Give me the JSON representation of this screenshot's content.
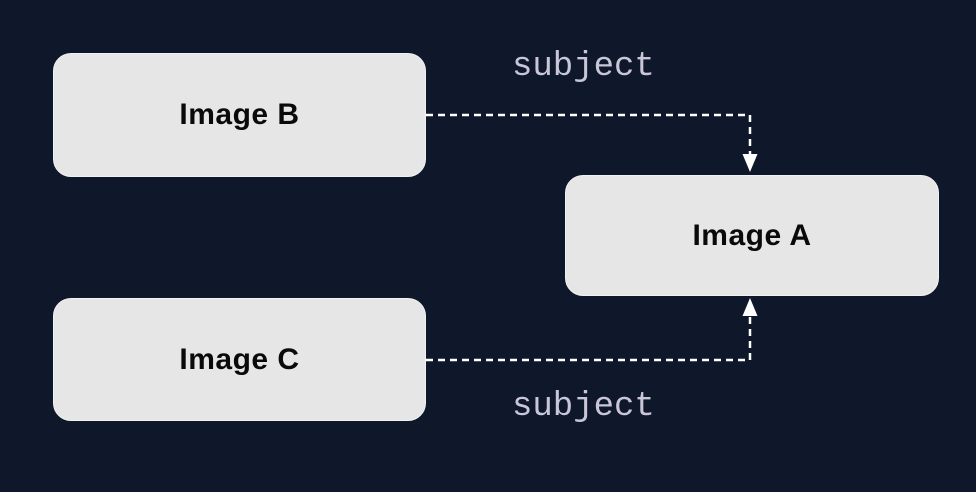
{
  "diagram": {
    "nodes": [
      {
        "id": "image-b",
        "label": "Image B"
      },
      {
        "id": "image-c",
        "label": "Image C"
      },
      {
        "id": "image-a",
        "label": "Image A"
      }
    ],
    "edges": [
      {
        "from": "Image B",
        "to": "Image A",
        "label": "subject",
        "style": "dashed-arrow",
        "direction": "right-then-down"
      },
      {
        "from": "Image C",
        "to": "Image A",
        "label": "subject",
        "style": "dashed-arrow",
        "direction": "right-then-up"
      }
    ]
  },
  "colors": {
    "background": "#0f172a",
    "node_fill": "#e6e6e6",
    "node_border": "#f2f2f2",
    "node_text": "#0a0a0a",
    "arrow": "#ffffff",
    "edge_label": "#c9c6d8"
  }
}
